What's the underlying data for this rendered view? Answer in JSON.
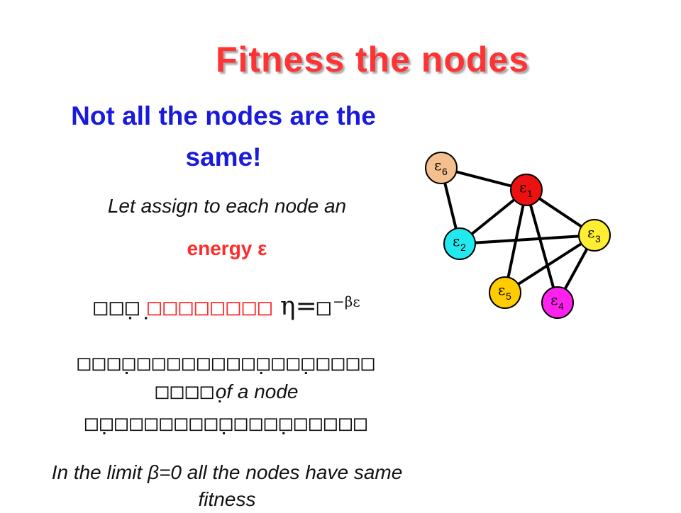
{
  "title": "Fitness the nodes",
  "heading": "Not all the nodes are the same!",
  "assign_text": "Let assign to each node an",
  "energy_text": "energy ε",
  "formula": {
    "prefix": "□□̣□̣",
    "red": "□□□□□□□□",
    "eta_eq": "η=",
    "exp_box": "□",
    "exponent": "−βε"
  },
  "garbled": {
    "line1": "□□□̣□□□□□□□□□̣□□□̣□□□□□",
    "line2_prefix": "□□□□̣",
    "line2_text": "of a node",
    "line3": "□̣□□□□□□□□̣□□□□̣□□□□□□"
  },
  "limit_text": "In the limit β=0 all the nodes have same fitness",
  "graph": {
    "nodes": [
      {
        "id": "n6",
        "label": "ε",
        "sub": "6",
        "color": "#f4c08e"
      },
      {
        "id": "n1",
        "label": "ε",
        "sub": "1",
        "color": "#ee1111"
      },
      {
        "id": "n3",
        "label": "ε",
        "sub": "3",
        "color": "#ffee33"
      },
      {
        "id": "n2",
        "label": "ε",
        "sub": "2",
        "color": "#22e8f0"
      },
      {
        "id": "n5",
        "label": "ε",
        "sub": "5",
        "color": "#ffcc00"
      },
      {
        "id": "n4",
        "label": "ε",
        "sub": "4",
        "color": "#ff22ee"
      }
    ],
    "edges": [
      [
        "n6",
        "n1"
      ],
      [
        "n6",
        "n2"
      ],
      [
        "n1",
        "n3"
      ],
      [
        "n1",
        "n2"
      ],
      [
        "n1",
        "n5"
      ],
      [
        "n1",
        "n4"
      ],
      [
        "n2",
        "n3"
      ],
      [
        "n3",
        "n5"
      ],
      [
        "n3",
        "n4"
      ]
    ]
  }
}
